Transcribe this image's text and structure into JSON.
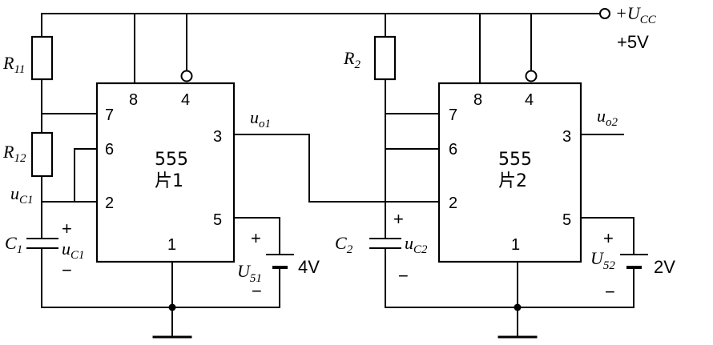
{
  "supply": {
    "terminal_label": "+U",
    "terminal_sub": "CC",
    "voltage": "+5V"
  },
  "chip1": {
    "type": "555",
    "name": "片1",
    "pins": {
      "p8": "8",
      "p4": "4",
      "p7": "7",
      "p6": "6",
      "p2": "2",
      "p3": "3",
      "p5": "5",
      "p1": "1"
    }
  },
  "chip2": {
    "type": "555",
    "name": "片2",
    "pins": {
      "p8": "8",
      "p4": "4",
      "p7": "7",
      "p6": "6",
      "p2": "2",
      "p3": "3",
      "p5": "5",
      "p1": "1"
    }
  },
  "components": {
    "r11": {
      "main": "R",
      "sub": "11"
    },
    "r12": {
      "main": "R",
      "sub": "12"
    },
    "r2": {
      "main": "R",
      "sub": "2"
    },
    "c1": {
      "main": "C",
      "sub": "1"
    },
    "c2": {
      "main": "C",
      "sub": "2"
    },
    "uc1_node": {
      "main": "u",
      "sub": "C1"
    },
    "uc1_cap": {
      "main": "u",
      "sub": "C1"
    },
    "uc2_cap": {
      "main": "u",
      "sub": "C2"
    },
    "uo1": {
      "main": "u",
      "sub": "o1"
    },
    "uo2": {
      "main": "u",
      "sub": "o2"
    },
    "u51": {
      "main": "U",
      "sub": "51",
      "value": "4V"
    },
    "u52": {
      "main": "U",
      "sub": "52",
      "value": "2V"
    }
  },
  "polarity": {
    "plus": "+",
    "minus": "−"
  }
}
